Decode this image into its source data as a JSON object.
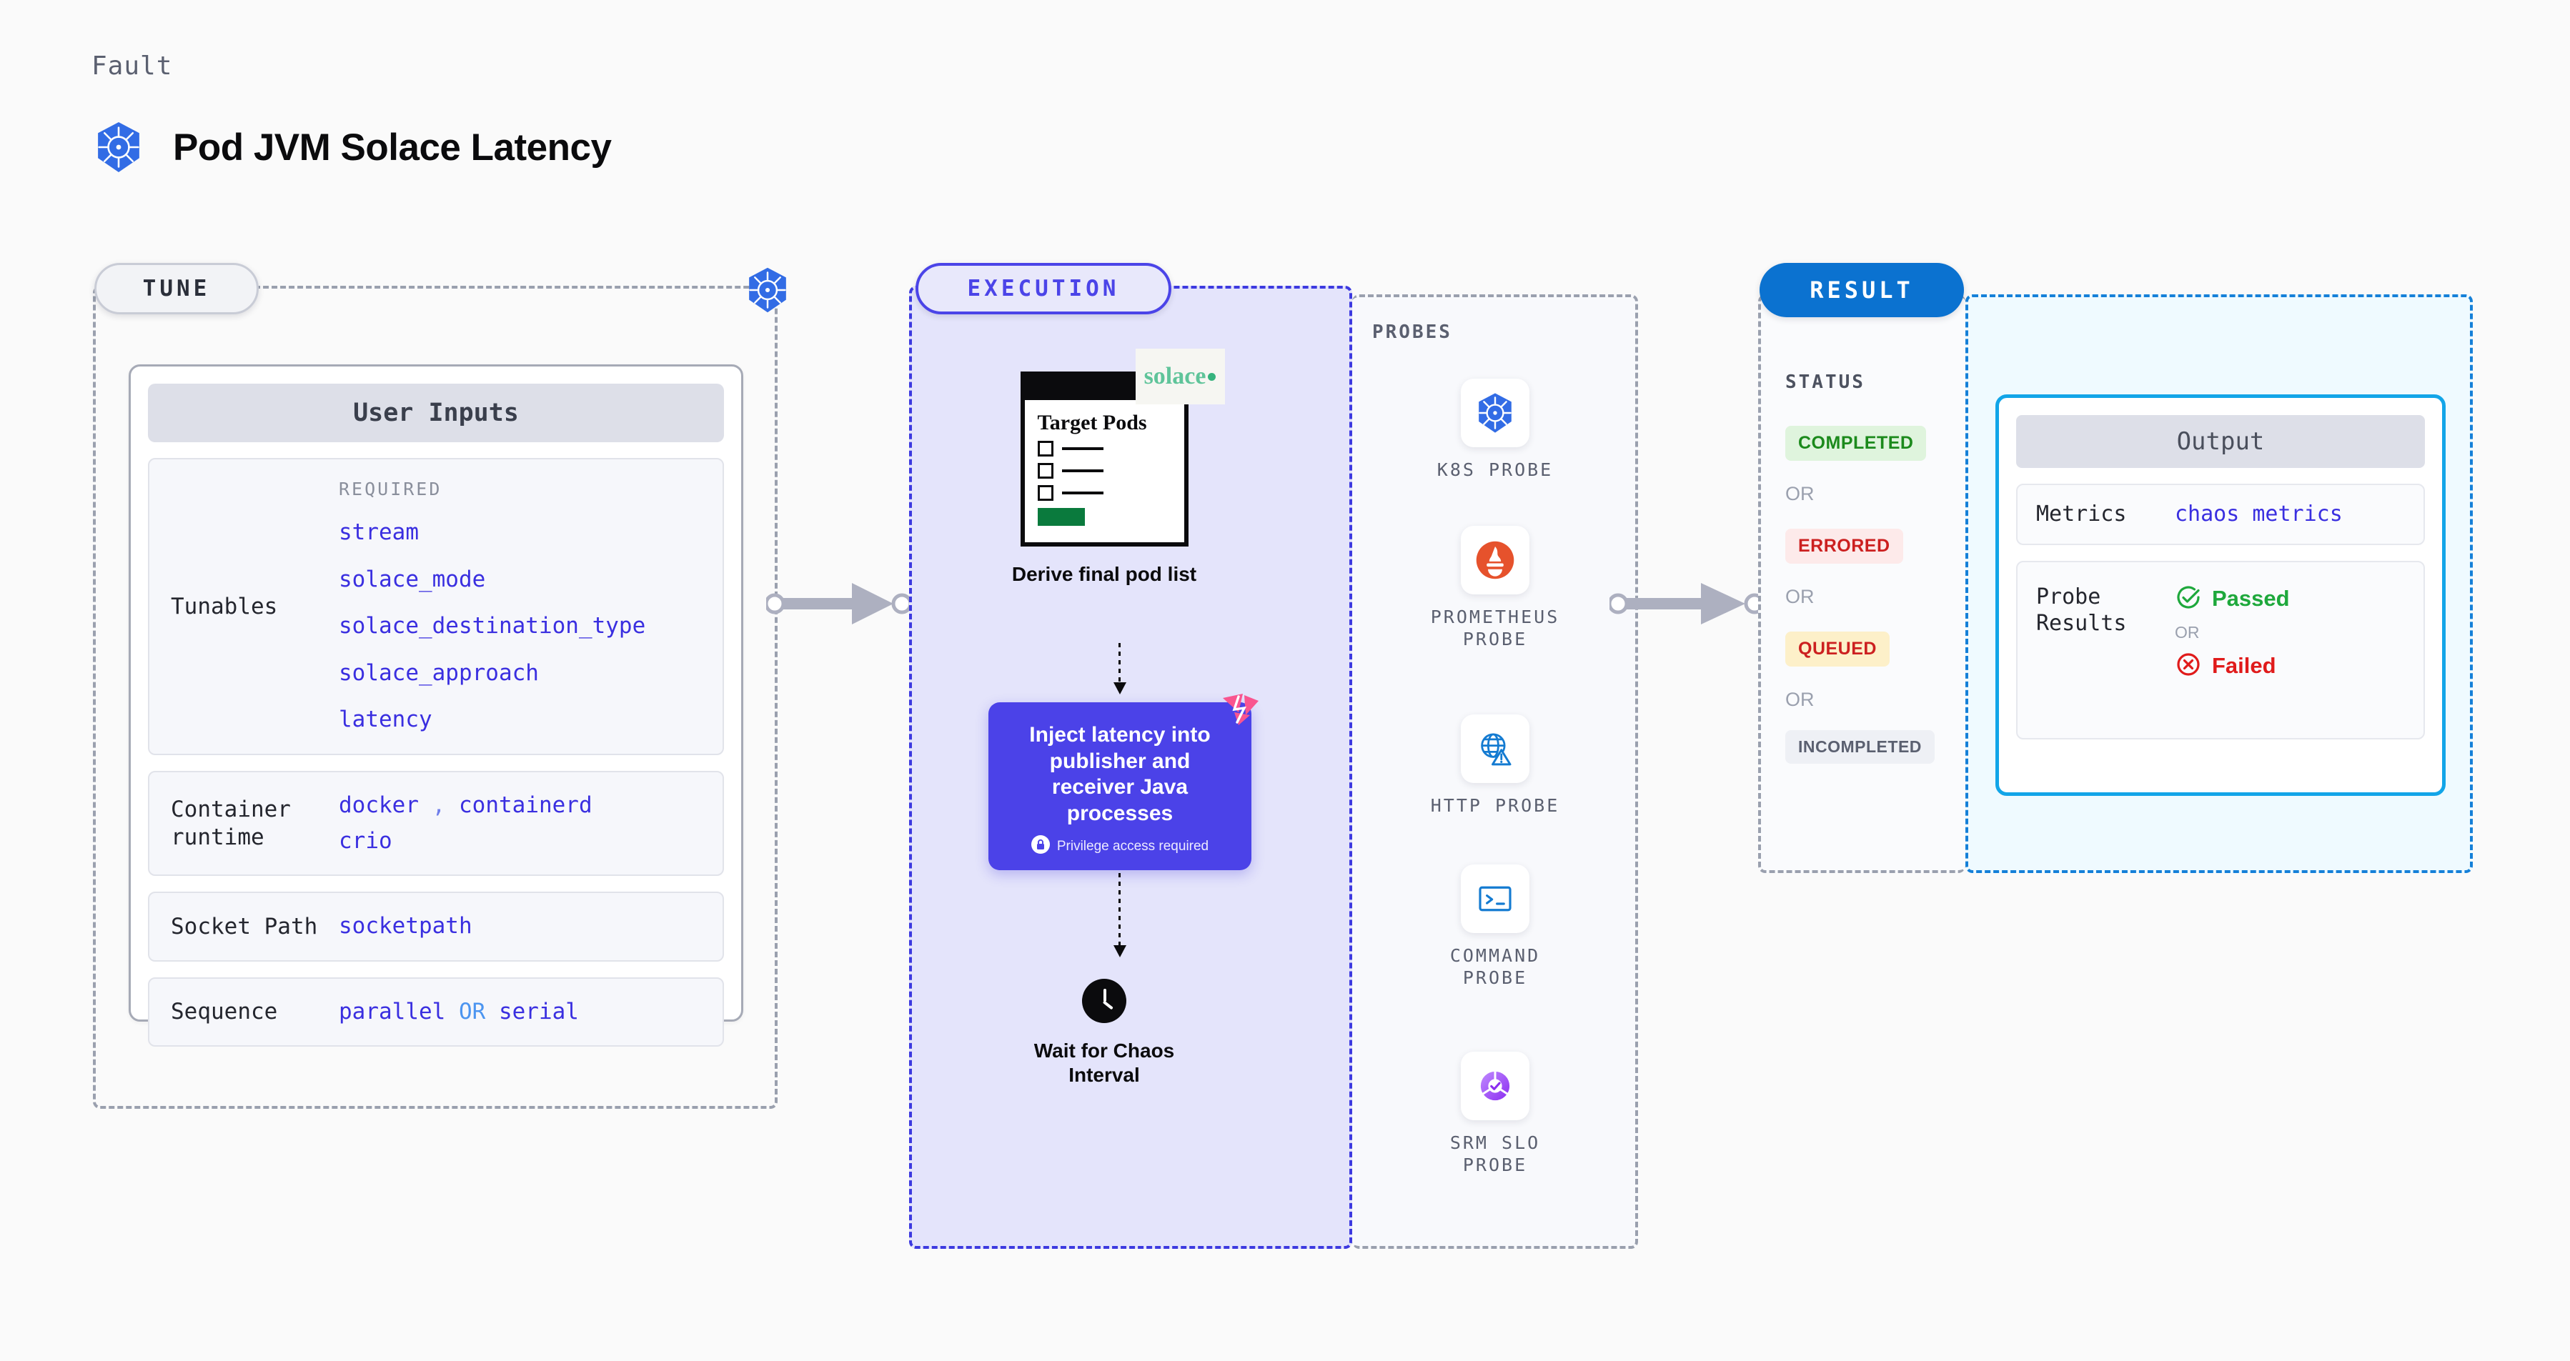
{
  "header": {
    "kicker": "Fault",
    "title": "Pod JVM Solace Latency",
    "icon": "kubernetes-icon"
  },
  "tune": {
    "label": "TUNE",
    "badge_icon": "kubernetes-icon",
    "card_title": "User Inputs",
    "rows": [
      {
        "key": "Tunables",
        "required_tag": "REQUIRED",
        "values": [
          "stream",
          "solace_mode",
          "solace_destination_type",
          "solace_approach",
          "latency"
        ]
      },
      {
        "key": "Container runtime",
        "values": [
          "docker",
          "containerd",
          "crio"
        ],
        "separator": ","
      },
      {
        "key": "Socket Path",
        "values": [
          "socketpath"
        ]
      },
      {
        "key": "Sequence",
        "values": [
          "parallel",
          "serial"
        ],
        "separator": "OR"
      }
    ]
  },
  "execution": {
    "label": "EXECUTION",
    "derive_node": {
      "doc_heading": "Target Pods",
      "caption": "Derive final pod list",
      "badge_text": "solace",
      "badge_icon": "solace-logo"
    },
    "inject_node": {
      "text": "Inject latency into publisher and receiver Java processes",
      "privilege_note": "Privilege access required",
      "privilege_icon": "lock-icon",
      "ribbon_icon": "litmus-chaos-icon"
    },
    "wait_node": {
      "caption": "Wait for Chaos Interval",
      "icon": "clock-icon"
    }
  },
  "probes": {
    "title": "PROBES",
    "items": [
      {
        "label": "K8S PROBE",
        "icon": "kubernetes-icon"
      },
      {
        "label": "PROMETHEUS PROBE",
        "icon": "prometheus-icon"
      },
      {
        "label": "HTTP PROBE",
        "icon": "globe-warning-icon"
      },
      {
        "label": "COMMAND PROBE",
        "icon": "terminal-icon"
      },
      {
        "label": "SRM SLO PROBE",
        "icon": "srm-slo-icon"
      }
    ]
  },
  "result": {
    "label": "RESULT",
    "status_title": "STATUS",
    "or_label": "OR",
    "statuses": [
      {
        "label": "COMPLETED",
        "bg": "#dff4dd",
        "fg": "#1c8a1c"
      },
      {
        "label": "ERRORED",
        "bg": "#fdeaea",
        "fg": "#cc2020"
      },
      {
        "label": "QUEUED",
        "bg": "#fdf0c9",
        "fg": "#cc2020"
      },
      {
        "label": "INCOMPLETED",
        "bg": "#eef0f5",
        "fg": "#5b6070"
      }
    ]
  },
  "output": {
    "title": "Output",
    "metrics_key": "Metrics",
    "metrics_value": "chaos metrics",
    "probe_results_key": "Probe Results",
    "passed_label": "Passed",
    "failed_label": "Failed",
    "or_label": "OR",
    "passed_icon": "check-circle-icon",
    "failed_icon": "x-circle-icon"
  },
  "colors": {
    "accent_purple": "#4b42e8",
    "accent_blue": "#0b72d0",
    "accent_cyan": "#12a5e8",
    "value_blue": "#3a2fe0",
    "pink_ribbon": "#f9558f"
  }
}
